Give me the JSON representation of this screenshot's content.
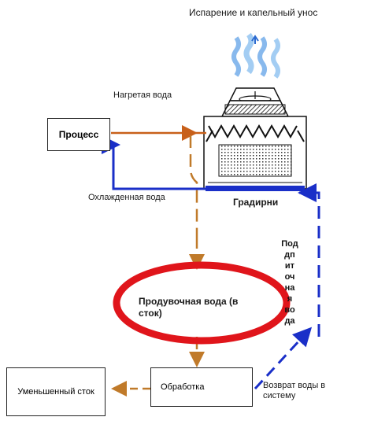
{
  "labels": {
    "evaporation": "Испарение и капельный унос",
    "heated_water": "Нагретая вода",
    "process": "Процесс",
    "cooled_water": "Охлажденная вода",
    "cooling_tower": "Градирни",
    "makeup_water": "Под\nдп\nит\nоч\nна\nя\nво\nда",
    "blowdown": "Продувочная вода (в сток)",
    "treatment": "Обработка",
    "reduced_drain": "Уменьшенный сток",
    "return_water": "Возврат воды в систему"
  },
  "colors": {
    "hot_flow": "#c8601a",
    "cold_flow": "#1a2fc8",
    "blowdown_ring": "#e0151b",
    "dashed_flow": "#c07a2a",
    "return_flow": "#1a2fc8",
    "vapor": "#6aa8e8"
  }
}
